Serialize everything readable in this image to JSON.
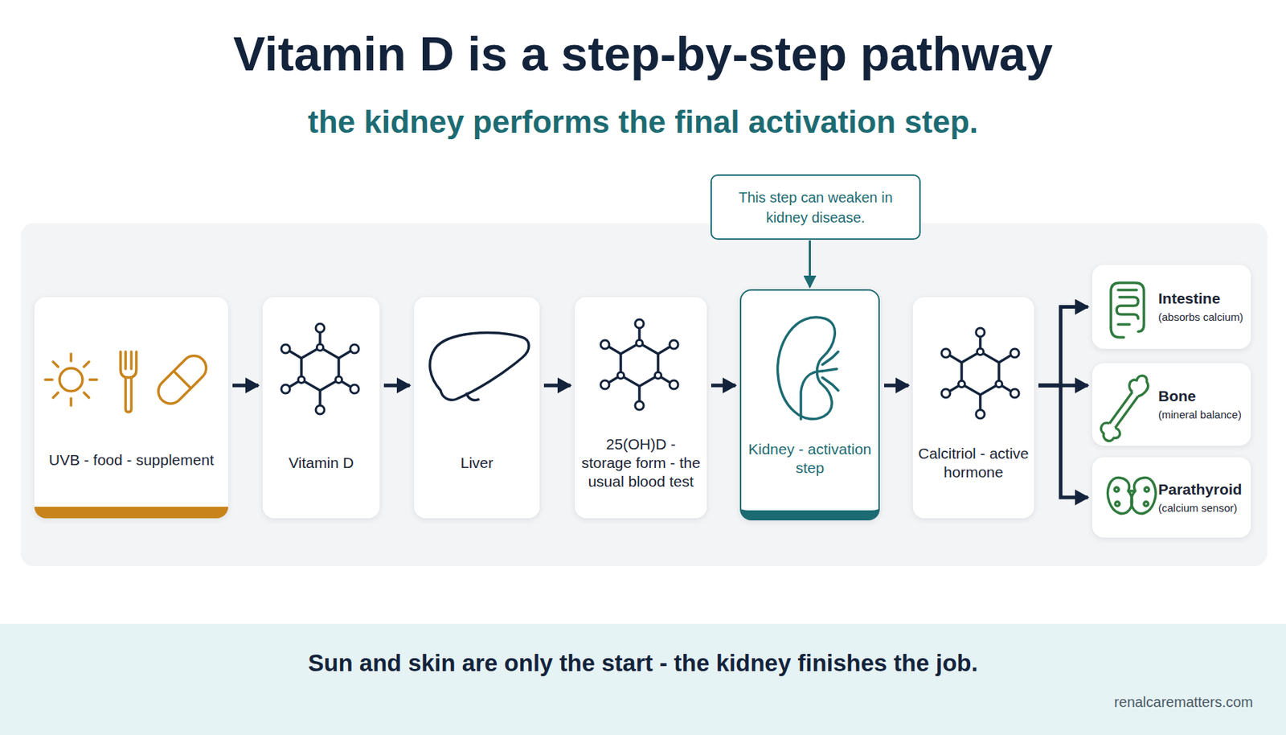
{
  "diagram": {
    "title": "Vitamin D is a step-by-step pathway",
    "caption": "Sun and skin are only the start - the kidney finishes the job.",
    "nodes": [
      {
        "text": [
          "This step can weaken in kidney disease."
        ]
      },
      {
        "text": [
          "UVB - food - supplement"
        ]
      },
      {
        "text": [
          "Vitamin D"
        ]
      },
      {
        "text": [
          "Liver"
        ]
      },
      {
        "text": [
          "25(OH)D - storage form - the usual blood test"
        ]
      },
      {
        "text": [
          "Kidney - activation step"
        ]
      },
      {
        "text": [
          "Calcitriol - active hormone"
        ]
      },
      {
        "text": [
          "Intestine",
          "(absorbs calcium)"
        ]
      },
      {
        "text": [
          "Bone",
          "(mineral balance)"
        ]
      },
      {
        "text": [
          "Parathyroid",
          "(calcium sensor)"
        ]
      }
    ],
    "edges": [
      {
        "from": 0,
        "to": 5,
        "arrow": "to"
      },
      {
        "from": 1,
        "to": 2,
        "arrow": "to"
      },
      {
        "from": 2,
        "to": 3,
        "arrow": "to"
      },
      {
        "from": 3,
        "to": 4,
        "arrow": "to"
      },
      {
        "from": 4,
        "to": 5,
        "arrow": "to"
      },
      {
        "from": 5,
        "to": 6,
        "arrow": "to"
      },
      {
        "from": 6,
        "to": 7,
        "arrow": "to"
      },
      {
        "from": 6,
        "to": 8,
        "arrow": "to"
      },
      {
        "from": 6,
        "to": 9,
        "arrow": "to"
      }
    ],
    "labels": [
      "the kidney performs the final activation step.",
      "renalcarematters.com"
    ]
  }
}
